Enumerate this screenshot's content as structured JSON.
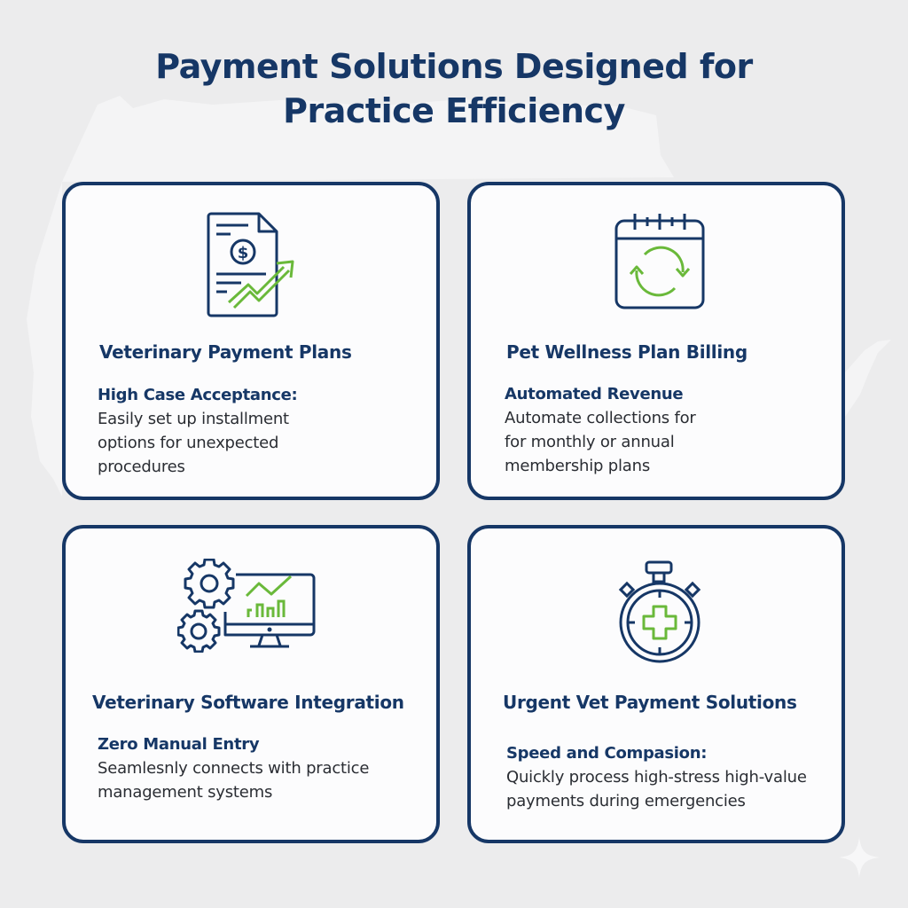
{
  "title": {
    "line1": "Payment Solutions Designed for",
    "line2": "Practice Efficiency"
  },
  "colors": {
    "navy": "#163766",
    "green": "#6ab93a",
    "body_text": "#2a2d33",
    "background": "#ececed",
    "card_bg": "#fcfcfd"
  },
  "cards": [
    {
      "icon": "document-dollar-growth-icon",
      "title": "Veterinary Payment Plans",
      "subtitle": "High Case Acceptance:",
      "body_lines": [
        "Easily set up installment",
        "options for unexpected",
        "procedures"
      ]
    },
    {
      "icon": "calendar-recurring-icon",
      "title": "Pet Wellness Plan Billing",
      "subtitle": "Automated Revenue",
      "body_lines": [
        "Automate collections for",
        "for monthly or annual",
        "membership plans"
      ]
    },
    {
      "icon": "gears-monitor-chart-icon",
      "title": "Veterinary Software Integration",
      "subtitle": "Zero Manual Entry",
      "body_lines": [
        "Seamlesnly connects with practice",
        "management systems"
      ]
    },
    {
      "icon": "stopwatch-medical-cross-icon",
      "title": "Urgent Vet Payment Solutions",
      "subtitle": "Speed and Compasion:",
      "body_lines": [
        "Quickly process high-stress high-value",
        "payments during emergencies"
      ]
    }
  ],
  "decorations": {
    "sparkle": "sparkle-icon"
  }
}
